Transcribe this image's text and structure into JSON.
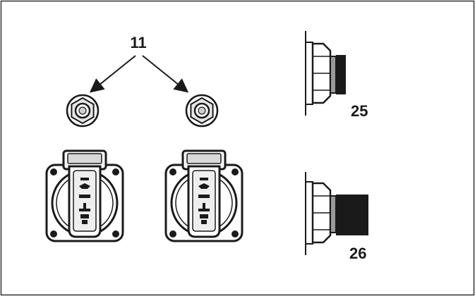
{
  "labels": {
    "circuit_breakers": "11",
    "connector_small": "25",
    "connector_large": "26"
  },
  "colors": {
    "line": "#1a1a1a",
    "frame": "#333333",
    "fill_light": "#d9d9d9",
    "fill_mid": "#9a9a9a",
    "background": "#ffffff"
  },
  "components": [
    {
      "name": "circuit-breaker-left"
    },
    {
      "name": "circuit-breaker-right"
    },
    {
      "name": "socket-left"
    },
    {
      "name": "socket-right"
    },
    {
      "name": "connector-25"
    },
    {
      "name": "connector-26"
    }
  ]
}
